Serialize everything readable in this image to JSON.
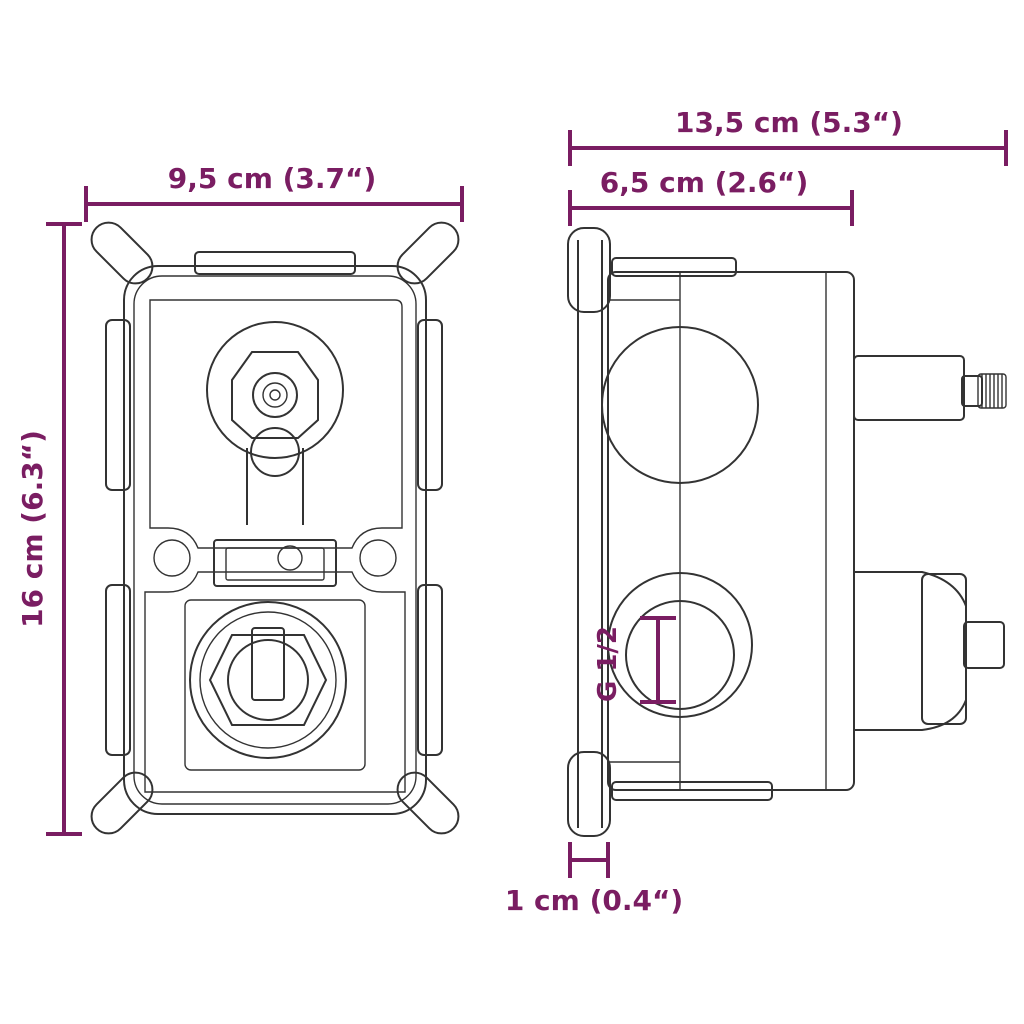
{
  "dimensions": {
    "front_width": "9,5 cm (3.7“)",
    "front_height": "16 cm (6.3“)",
    "side_total_depth": "13,5 cm (5.3“)",
    "side_body_depth": "6,5 cm (2.6“)",
    "flange_thickness": "1 cm (0.4“)",
    "thread_label": "G 1/2"
  },
  "colors": {
    "dimension": "#7a1d62",
    "outline": "#333333"
  }
}
